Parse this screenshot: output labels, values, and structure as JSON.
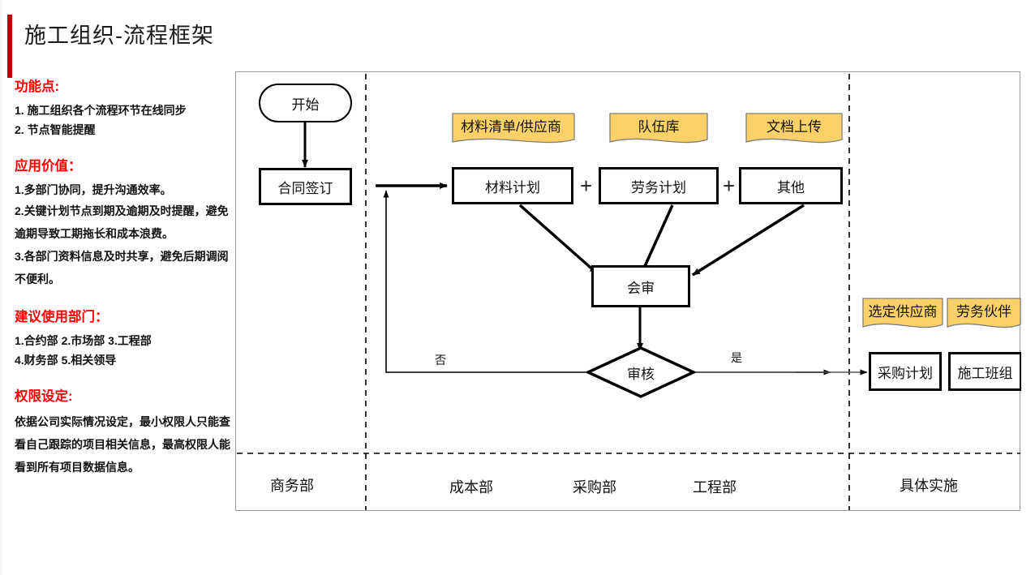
{
  "page": {
    "title": "施工组织-流程框架",
    "accent_bar_color": "#c00000",
    "heading_color": "#ff0000",
    "banner_fill": "#fbd168",
    "banner_stroke": "#7f7f7f",
    "node_stroke": "#000000"
  },
  "notes": [
    {
      "heading": "功能点:",
      "lines": [
        "1. 施工组织各个流程环节在线同步",
        "2. 节点智能提醒"
      ]
    },
    {
      "heading": "应用价值：",
      "lines": [
        "1.多部门协同，提升沟通效率。",
        "2.关键计划节点到期及逾期及时提醒，避免逾期导致工期拖长和成本浪费。",
        "3.各部门资料信息及时共享，避免后期调阅不便利。"
      ]
    },
    {
      "heading": "建议使用部门：",
      "lines": [
        "1.合约部 2.市场部 3.工程部",
        "4.财务部 5.相关领导"
      ]
    },
    {
      "heading": "权限设定:",
      "lines": [
        "依据公司实际情况设定，最小权限人只能查看自己跟踪的项目相关信息，最高权限人能看到所有项目数据信息。"
      ]
    }
  ],
  "diagram": {
    "nodes": {
      "start": "开始",
      "contract": "合同签订",
      "material_plan": "材料计划",
      "labor_plan": "劳务计划",
      "other_plan": "其他",
      "joint_review": "会审",
      "approval": "审核",
      "purchase_plan": "采购计划",
      "work_team": "施工班组"
    },
    "plus_signs": [
      "+",
      "+"
    ],
    "banners": [
      "材料清单/供应商",
      "队伍库",
      "文档上传",
      "选定供应商",
      "劳务伙伴"
    ],
    "edge_labels": {
      "no": "否",
      "yes": "是"
    },
    "lanes": [
      "商务部",
      "成本部",
      "采购部",
      "工程部",
      "具体实施"
    ]
  }
}
